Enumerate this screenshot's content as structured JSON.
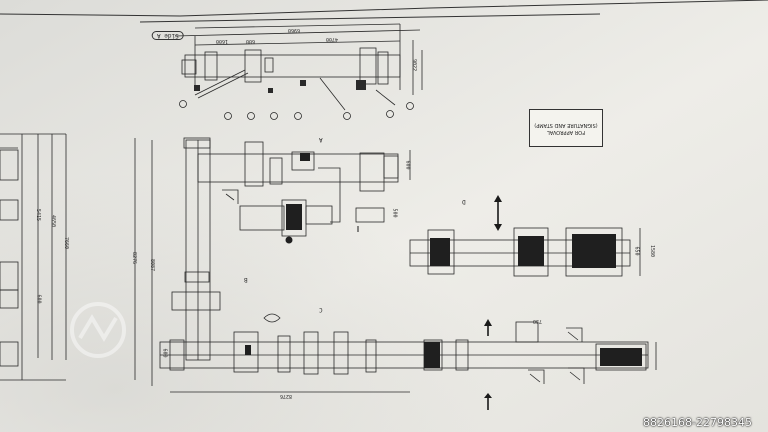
{
  "drawing": {
    "view_label": "Side A",
    "approval_line1": "FOR APPROVAL",
    "approval_line2": "(SIGNATURE AND STAMP)",
    "side_dims": [
      "6960",
      "9022",
      "4700",
      "1600",
      "600"
    ],
    "plan_dims": [
      "8276",
      "8087",
      "8276",
      "600",
      "730",
      "600",
      "500",
      "650",
      "1580"
    ],
    "left_dims": [
      "5415",
      "4650",
      "7660",
      "600"
    ],
    "markers": [
      "A",
      "B",
      "C",
      "D"
    ]
  },
  "watermark": {
    "text": "8826168-22798345"
  }
}
